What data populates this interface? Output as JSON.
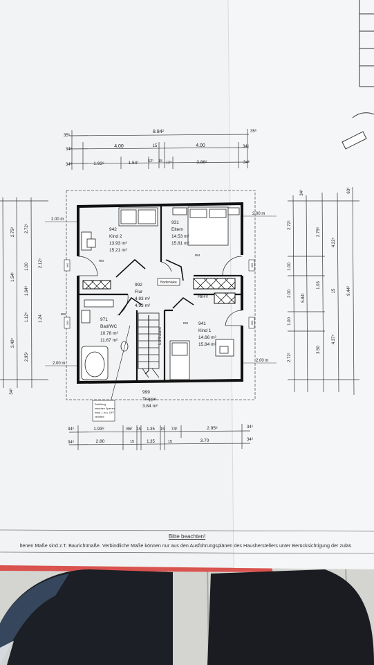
{
  "plan": {
    "dims_top": {
      "overall": "8.84²",
      "left_edge": "35⁶",
      "right_edge": "35⁶",
      "row2": [
        "34⁶",
        "4.00",
        "15",
        "4.00",
        "34⁶"
      ],
      "row3": [
        "34⁶",
        "1.93⁸",
        "1.54¹",
        "52¹",
        "15",
        "13⁴",
        "3.86⁸",
        "34⁶"
      ]
    },
    "dims_bottom": {
      "row1": [
        "34⁶",
        "1.93⁸",
        "86²",
        "15",
        "1.35",
        "15",
        "74²",
        "2.95⁸",
        "34⁶"
      ],
      "row2": [
        "34⁶",
        "2.80",
        "15",
        "1.35",
        "15",
        "3.70",
        "34⁶"
      ]
    },
    "dims_right": [
      "2.72¹",
      "1.00",
      "2.00",
      "1.00",
      "2.72¹",
      "2.75⁸",
      "3.50",
      "4.37⁵",
      "4.22⁵",
      "9.44²",
      "63⁶",
      "34⁶",
      "5.84¹",
      "15",
      "1.03"
    ],
    "dims_left": [
      "2.72¹",
      "2.75⁸",
      "1.00",
      "1.54¹",
      "2.12⁵",
      "1.64⁸",
      "1.12⁵",
      "1.24",
      "3.49⁵",
      "2.95¹",
      "34⁶"
    ],
    "eaves_labels": [
      "2.00 m",
      "2.00 m",
      "2.00 m",
      "2.00 m"
    ],
    "rooms": [
      {
        "no": "942",
        "name": "Kind 2",
        "area1": "13.93 m²",
        "area2": "15.21 m²"
      },
      {
        "no": "931",
        "name": "Eltern",
        "area1": "14.53 m²",
        "area2": "15.81 m²"
      },
      {
        "no": "992",
        "name": "Flur",
        "area1": "4.93 m²",
        "area2": "4.93 m²"
      },
      {
        "no": "971",
        "name": "Bad/WC",
        "area1": "10.78 m²",
        "area2": "11.67 m²"
      },
      {
        "no": "941",
        "name": "Kind 1",
        "area1": "14.66 m²",
        "area2": "15.84 m²"
      },
      {
        "no": "999",
        "name": "Treppe",
        "area1": "3.84 m²",
        "area2": ""
      }
    ],
    "labels": {
      "bodenluke": "Bodenluke",
      "luftraum": "Luftraum",
      "fbh": "FBH-V",
      "rm": "RM",
      "bw": "BW",
      "callout": [
        "Entlüftung",
        "zwischen Sparren",
        "mind. 1 m ü. OFF",
        "verlüftet!"
      ]
    },
    "window_tags": [
      "060",
      "060",
      "060",
      "060"
    ]
  },
  "notice": {
    "title": "Bitte beachten!",
    "text": "ltenen Maße sind z.T. Baurichtmaße. Verbindliche Maße können nur aus den Ausführungsplänen des Hausherstellers unter Berücksichtigung der zuläs"
  }
}
